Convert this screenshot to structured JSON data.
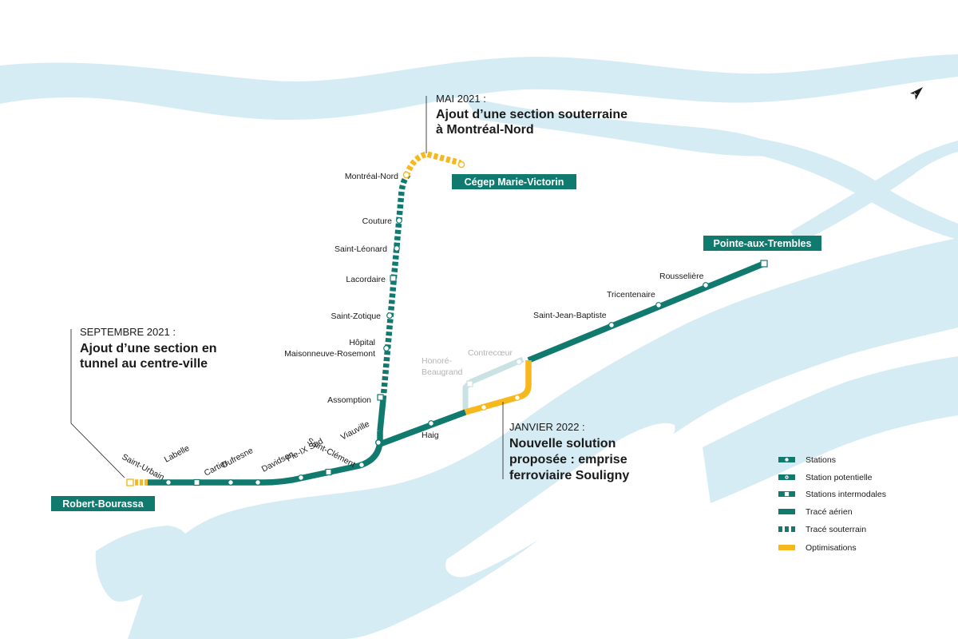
{
  "colors": {
    "line": "#117a6f",
    "optim": "#f6b81c",
    "water": "#d5ecf4",
    "potential": "#c9e2e3"
  },
  "icons": {
    "north": "north-arrow-icon"
  },
  "terminals": {
    "robert_bourassa": "Robert-Bourassa",
    "cegep": "Cégep Marie-Victorin",
    "pointe": "Pointe-aux-Trembles"
  },
  "annotations": {
    "mai": {
      "date": "MAI 2021 :",
      "line1": "Ajout d’une section souterraine",
      "line2": "à Montréal-Nord"
    },
    "sept": {
      "date": "SEPTEMBRE 2021 :",
      "line1": "Ajout d’une section en",
      "line2": "tunnel au centre-ville"
    },
    "janv": {
      "date": "JANVIER 2022 :",
      "line1": "Nouvelle solution",
      "line2": "proposée : emprise",
      "line3": "ferroviaire Souligny"
    }
  },
  "stations": {
    "saint_urbain": "Saint-Urbain",
    "labelle": "Labelle",
    "cartier": "Cartier",
    "dufresne": "Dufresne",
    "davidson": "Davidson",
    "pie_ix_sud": "Pie-IX Sud",
    "saint_clement": "Saint-Clément",
    "viauville": "Viauville",
    "haig": "Haig",
    "assomption": "Assomption",
    "hopital_1": "Hôpital",
    "hopital_2": "Maisonneuve-Rosemont",
    "saint_zotique": "Saint-Zotique",
    "lacordaire": "Lacordaire",
    "saint_leonard": "Saint-Léonard",
    "couture": "Couture",
    "montreal_nord": "Montréal-Nord",
    "honore_1": "Honoré-",
    "honore_2": "Beaugrand",
    "contrecoeur": "Contrecœur",
    "saint_jean_baptiste": "Saint-Jean-Baptiste",
    "tricentenaire": "Tricentenaire",
    "rousseliere": "Rousselière"
  },
  "legend": {
    "stations": "Stations",
    "station_potentielle": "Station potentielle",
    "stations_intermodales": "Stations intermodales",
    "trace_aerien": "Tracé aérien",
    "trace_souterrain": "Tracé souterrain",
    "optimisations": "Optimisations"
  }
}
